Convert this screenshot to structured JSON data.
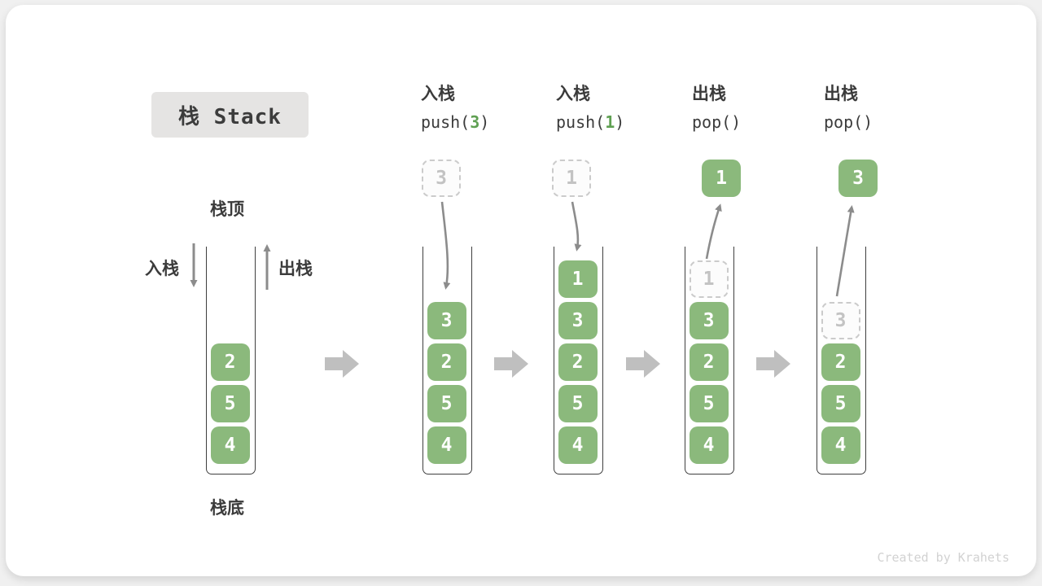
{
  "title": "栈 Stack",
  "watermark": "Created by Krahets",
  "labels": {
    "stack_top": "栈顶",
    "stack_bottom": "栈底",
    "push_side": "入栈",
    "pop_side": "出栈"
  },
  "colors": {
    "element_green": "#8bb97c",
    "code_arg_green": "#5fa052",
    "title_bg": "#e5e4e3",
    "text_dark": "#3b3b3b",
    "flow_arrow_gray": "#8c8c8c",
    "step_chevron_gray": "#bfbfbf",
    "ghost_border": "#cbcbcb",
    "ghost_text": "#c3c3c3",
    "stack_wall": "#3f3f3f",
    "watermark_gray": "#d2d2d2"
  },
  "steps": [
    {
      "id": "initial",
      "cells": [
        {
          "v": "2"
        },
        {
          "v": "5"
        },
        {
          "v": "4"
        }
      ]
    },
    {
      "id": "push-3",
      "op": {
        "label": "入栈",
        "prefix": "push(",
        "arg": "3",
        "suffix": ")"
      },
      "floating": {
        "v": "3",
        "ghost": true
      },
      "cells": [
        {
          "v": "3"
        },
        {
          "v": "2"
        },
        {
          "v": "5"
        },
        {
          "v": "4"
        }
      ]
    },
    {
      "id": "push-1",
      "op": {
        "label": "入栈",
        "prefix": "push(",
        "arg": "1",
        "suffix": ")"
      },
      "floating": {
        "v": "1",
        "ghost": true
      },
      "cells": [
        {
          "v": "1"
        },
        {
          "v": "3"
        },
        {
          "v": "2"
        },
        {
          "v": "5"
        },
        {
          "v": "4"
        }
      ]
    },
    {
      "id": "pop-1",
      "op": {
        "label": "出栈",
        "prefix": "pop(",
        "arg": "",
        "suffix": ")"
      },
      "floating": {
        "v": "1",
        "ghost": false
      },
      "cells": [
        {
          "v": "1",
          "ghost": true
        },
        {
          "v": "3"
        },
        {
          "v": "2"
        },
        {
          "v": "5"
        },
        {
          "v": "4"
        }
      ]
    },
    {
      "id": "pop-3",
      "op": {
        "label": "出栈",
        "prefix": "pop(",
        "arg": "",
        "suffix": ")"
      },
      "floating": {
        "v": "3",
        "ghost": false
      },
      "cells": [
        {
          "v": "3",
          "ghost": true
        },
        {
          "v": "2"
        },
        {
          "v": "5"
        },
        {
          "v": "4"
        }
      ]
    }
  ]
}
